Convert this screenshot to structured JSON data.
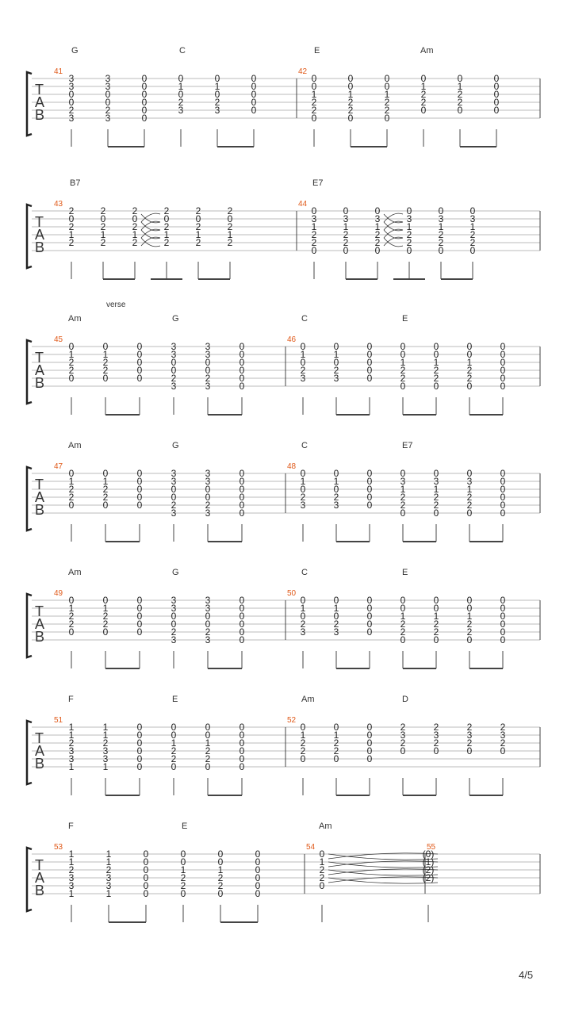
{
  "page_label": "4/5",
  "tab_label": [
    "T",
    "A",
    "B"
  ],
  "systems": [
    {
      "measures": [
        {
          "num": "41",
          "chords": [
            "G",
            "C"
          ],
          "beams": [
            [
              1,
              2
            ],
            [
              4,
              5
            ]
          ],
          "beats": [
            [
              "3",
              "3",
              "0",
              "0",
              "2",
              "3"
            ],
            [
              "3",
              "3",
              "0",
              "0",
              "2",
              "3"
            ],
            [
              "0",
              "0",
              "0",
              "0",
              "0",
              "0"
            ],
            [
              "0",
              "1",
              "0",
              "2",
              "3",
              ""
            ],
            [
              "0",
              "1",
              "0",
              "2",
              "3",
              ""
            ],
            [
              "0",
              "0",
              "0",
              "0",
              "0",
              ""
            ]
          ]
        },
        {
          "num": "42",
          "chords": [
            "E",
            "Am"
          ],
          "beams": [
            [
              1,
              2
            ],
            [
              4,
              5
            ]
          ],
          "beats": [
            [
              "0",
              "0",
              "1",
              "2",
              "2",
              "0"
            ],
            [
              "0",
              "0",
              "1",
              "2",
              "2",
              "0"
            ],
            [
              "0",
              "0",
              "1",
              "2",
              "2",
              "0"
            ],
            [
              "0",
              "1",
              "2",
              "2",
              "0",
              ""
            ],
            [
              "0",
              "1",
              "2",
              "2",
              "0",
              ""
            ],
            [
              "0",
              "0",
              "0",
              "0",
              "0",
              ""
            ]
          ]
        }
      ]
    },
    {
      "measures": [
        {
          "num": "43",
          "chords": [
            "B7"
          ],
          "beams": [
            [
              1,
              2
            ],
            [
              3,
              3
            ],
            [
              4,
              5
            ]
          ],
          "ties": true,
          "beats": [
            [
              "2",
              "0",
              "2",
              "1",
              "2",
              ""
            ],
            [
              "2",
              "0",
              "2",
              "1",
              "2",
              ""
            ],
            [
              "2",
              "0",
              "2",
              "1",
              "2",
              ""
            ],
            [
              "2",
              "0",
              "2",
              "1",
              "2",
              ""
            ],
            [
              "2",
              "0",
              "2",
              "1",
              "2",
              ""
            ],
            [
              "2",
              "0",
              "2",
              "1",
              "2",
              ""
            ]
          ]
        },
        {
          "num": "44",
          "chords": [
            "E7"
          ],
          "beams": [
            [
              1,
              2
            ],
            [
              3,
              3
            ],
            [
              4,
              5
            ]
          ],
          "ties": true,
          "beats": [
            [
              "0",
              "3",
              "1",
              "2",
              "2",
              "0"
            ],
            [
              "0",
              "3",
              "1",
              "2",
              "2",
              "0"
            ],
            [
              "0",
              "3",
              "1",
              "2",
              "2",
              "0"
            ],
            [
              "0",
              "3",
              "1",
              "2",
              "2",
              "0"
            ],
            [
              "0",
              "3",
              "1",
              "2",
              "2",
              "0"
            ],
            [
              "0",
              "3",
              "1",
              "2",
              "2",
              "0"
            ]
          ]
        }
      ]
    },
    {
      "section": "verse",
      "measures": [
        {
          "num": "45",
          "chords": [
            "Am",
            "G"
          ],
          "beams": [
            [
              1,
              2
            ],
            [
              4,
              5
            ]
          ],
          "beats": [
            [
              "0",
              "1",
              "2",
              "2",
              "0",
              ""
            ],
            [
              "0",
              "1",
              "2",
              "2",
              "0",
              ""
            ],
            [
              "0",
              "0",
              "0",
              "0",
              "0",
              ""
            ],
            [
              "3",
              "3",
              "0",
              "0",
              "2",
              "3"
            ],
            [
              "3",
              "3",
              "0",
              "0",
              "2",
              "3"
            ],
            [
              "0",
              "0",
              "0",
              "0",
              "0",
              "0"
            ]
          ]
        },
        {
          "num": "46",
          "chords": [
            "C",
            "E"
          ],
          "beams": [
            [
              1,
              2
            ],
            [
              3,
              4
            ],
            [
              5,
              6
            ]
          ],
          "beats": [
            [
              "0",
              "1",
              "0",
              "2",
              "3",
              ""
            ],
            [
              "0",
              "1",
              "0",
              "2",
              "3",
              ""
            ],
            [
              "0",
              "0",
              "0",
              "0",
              "0",
              ""
            ],
            [
              "0",
              "0",
              "1",
              "2",
              "2",
              "0"
            ],
            [
              "0",
              "0",
              "1",
              "2",
              "2",
              "0"
            ],
            [
              "0",
              "0",
              "1",
              "2",
              "2",
              "0"
            ],
            [
              "0",
              "0",
              "0",
              "0",
              "0",
              "0"
            ]
          ]
        }
      ]
    },
    {
      "measures": [
        {
          "num": "47",
          "chords": [
            "Am",
            "G"
          ],
          "beams": [
            [
              1,
              2
            ],
            [
              4,
              5
            ]
          ],
          "beats": [
            [
              "0",
              "1",
              "2",
              "2",
              "0",
              ""
            ],
            [
              "0",
              "1",
              "2",
              "2",
              "0",
              ""
            ],
            [
              "0",
              "0",
              "0",
              "0",
              "0",
              ""
            ],
            [
              "3",
              "3",
              "0",
              "0",
              "2",
              "3"
            ],
            [
              "3",
              "3",
              "0",
              "0",
              "2",
              "3"
            ],
            [
              "0",
              "0",
              "0",
              "0",
              "0",
              "0"
            ]
          ]
        },
        {
          "num": "48",
          "chords": [
            "C",
            "E7"
          ],
          "beams": [
            [
              1,
              2
            ],
            [
              3,
              4
            ],
            [
              5,
              6
            ]
          ],
          "beats": [
            [
              "0",
              "1",
              "0",
              "2",
              "3",
              ""
            ],
            [
              "0",
              "1",
              "0",
              "2",
              "3",
              ""
            ],
            [
              "0",
              "0",
              "0",
              "0",
              "0",
              ""
            ],
            [
              "0",
              "3",
              "1",
              "2",
              "2",
              "0"
            ],
            [
              "0",
              "3",
              "1",
              "2",
              "2",
              "0"
            ],
            [
              "0",
              "3",
              "1",
              "2",
              "2",
              "0"
            ],
            [
              "0",
              "0",
              "0",
              "0",
              "0",
              "0"
            ]
          ]
        }
      ]
    },
    {
      "measures": [
        {
          "num": "49",
          "chords": [
            "Am",
            "G"
          ],
          "beams": [
            [
              1,
              2
            ],
            [
              4,
              5
            ]
          ],
          "beats": [
            [
              "0",
              "1",
              "2",
              "2",
              "0",
              ""
            ],
            [
              "0",
              "1",
              "2",
              "2",
              "0",
              ""
            ],
            [
              "0",
              "0",
              "0",
              "0",
              "0",
              ""
            ],
            [
              "3",
              "3",
              "0",
              "0",
              "2",
              "3"
            ],
            [
              "3",
              "3",
              "0",
              "0",
              "2",
              "3"
            ],
            [
              "0",
              "0",
              "0",
              "0",
              "0",
              "0"
            ]
          ]
        },
        {
          "num": "50",
          "chords": [
            "C",
            "E"
          ],
          "beams": [
            [
              1,
              2
            ],
            [
              3,
              4
            ],
            [
              5,
              6
            ]
          ],
          "beats": [
            [
              "0",
              "1",
              "0",
              "2",
              "3",
              ""
            ],
            [
              "0",
              "1",
              "0",
              "2",
              "3",
              ""
            ],
            [
              "0",
              "0",
              "0",
              "0",
              "0",
              ""
            ],
            [
              "0",
              "0",
              "1",
              "2",
              "2",
              "0"
            ],
            [
              "0",
              "0",
              "1",
              "2",
              "2",
              "0"
            ],
            [
              "0",
              "0",
              "1",
              "2",
              "2",
              "0"
            ],
            [
              "0",
              "0",
              "0",
              "0",
              "0",
              "0"
            ]
          ]
        }
      ]
    },
    {
      "measures": [
        {
          "num": "51",
          "chords": [
            "F",
            "E"
          ],
          "beams": [
            [
              1,
              2
            ],
            [
              4,
              5
            ]
          ],
          "beats": [
            [
              "1",
              "1",
              "2",
              "3",
              "3",
              "1"
            ],
            [
              "1",
              "1",
              "2",
              "3",
              "3",
              "1"
            ],
            [
              "0",
              "0",
              "0",
              "0",
              "0",
              "0"
            ],
            [
              "0",
              "0",
              "1",
              "2",
              "2",
              "0"
            ],
            [
              "0",
              "0",
              "1",
              "2",
              "2",
              "0"
            ],
            [
              "0",
              "0",
              "0",
              "0",
              "0",
              "0"
            ]
          ]
        },
        {
          "num": "52",
          "chords": [
            "Am",
            "D"
          ],
          "beams": [
            [
              1,
              2
            ],
            [
              3,
              4
            ],
            [
              5,
              6
            ]
          ],
          "beats": [
            [
              "0",
              "1",
              "2",
              "2",
              "0",
              ""
            ],
            [
              "0",
              "1",
              "2",
              "2",
              "0",
              ""
            ],
            [
              "0",
              "0",
              "0",
              "0",
              "0",
              ""
            ],
            [
              "2",
              "3",
              "2",
              "0",
              "",
              ""
            ],
            [
              "2",
              "3",
              "2",
              "0",
              "",
              ""
            ],
            [
              "2",
              "3",
              "2",
              "0",
              "",
              ""
            ],
            [
              "2",
              "3",
              "2",
              "0",
              "",
              ""
            ]
          ]
        }
      ]
    },
    {
      "measures": [
        {
          "num": "53",
          "chords": [
            "F",
            "E"
          ],
          "beams": [
            [
              1,
              2
            ],
            [
              4,
              5
            ]
          ],
          "beats": [
            [
              "1",
              "1",
              "2",
              "3",
              "3",
              "1"
            ],
            [
              "1",
              "1",
              "2",
              "3",
              "3",
              "1"
            ],
            [
              "0",
              "0",
              "0",
              "0",
              "0",
              "0"
            ],
            [
              "0",
              "0",
              "1",
              "2",
              "2",
              "0"
            ],
            [
              "0",
              "0",
              "1",
              "2",
              "2",
              "0"
            ],
            [
              "0",
              "0",
              "0",
              "0",
              "0",
              "0"
            ]
          ]
        },
        {
          "num": "54",
          "chords": [
            "Am"
          ],
          "beams": [],
          "ties_long": true,
          "beats": [
            [
              "0",
              "1",
              "2",
              "2",
              "0",
              ""
            ]
          ]
        },
        {
          "num": "55",
          "chords": [],
          "beams": [],
          "beats": [
            [
              "(0)",
              "(1)",
              "(2)",
              "(2)",
              "",
              ""
            ]
          ]
        }
      ]
    }
  ]
}
